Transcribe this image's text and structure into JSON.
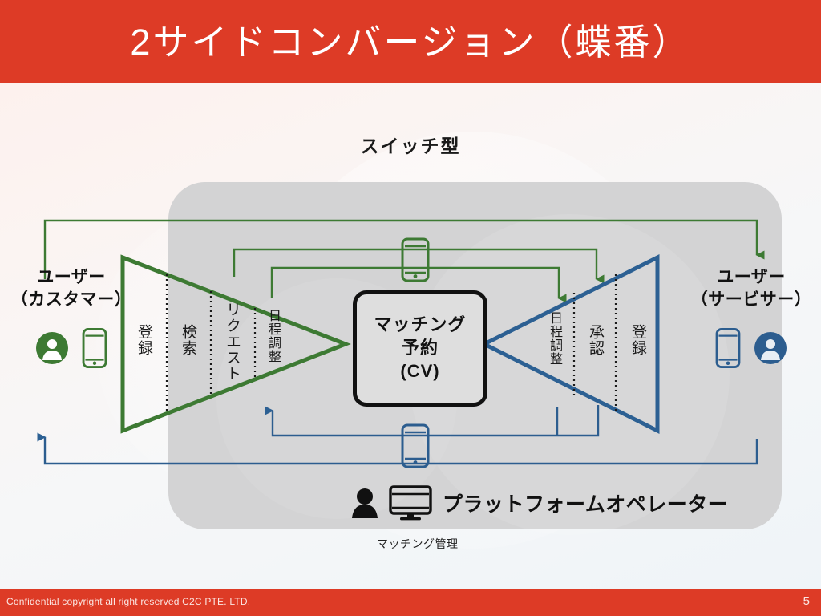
{
  "header": {
    "title": "2サイドコンバージョン（蝶番）"
  },
  "diagram": {
    "switch_label": "スイッチ型",
    "center_box": {
      "line1": "マッチング",
      "line2": "予約",
      "line3": "(CV)"
    },
    "left_side": {
      "title_line1": "ユーザー",
      "title_line2": "（カスタマー）",
      "person_icon": "person-icon",
      "phone_icon": "smartphone-icon",
      "color": "#3d7a33"
    },
    "right_side": {
      "title_line1": "ユーザー",
      "title_line2": "（サービサー）",
      "person_icon": "person-icon",
      "phone_icon": "smartphone-icon",
      "color": "#2c5d8f"
    },
    "left_funnel": {
      "color": "#3d7a33",
      "stages": [
        "登録",
        "検索",
        "リクエスト",
        "日程調整"
      ]
    },
    "right_funnel": {
      "color": "#2c6093",
      "stages": [
        "日程調整",
        "承認",
        "登録"
      ]
    },
    "center_phone_top": "smartphone-icon",
    "center_phone_bottom": "smartphone-icon",
    "operator": {
      "label": "プラットフォームオペレーター",
      "sub_label": "マッチング管理",
      "person_icon": "person-icon",
      "monitor_icon": "desktop-monitor-icon"
    }
  },
  "footer": {
    "copyright": "Confidential copyright all right reserved C2C PTE. LTD.",
    "page_number": "5"
  },
  "colors": {
    "brand_red": "#dd3b26",
    "green": "#3d7a33",
    "blue": "#2c6093",
    "panel_gray": "#d3d3d4"
  }
}
